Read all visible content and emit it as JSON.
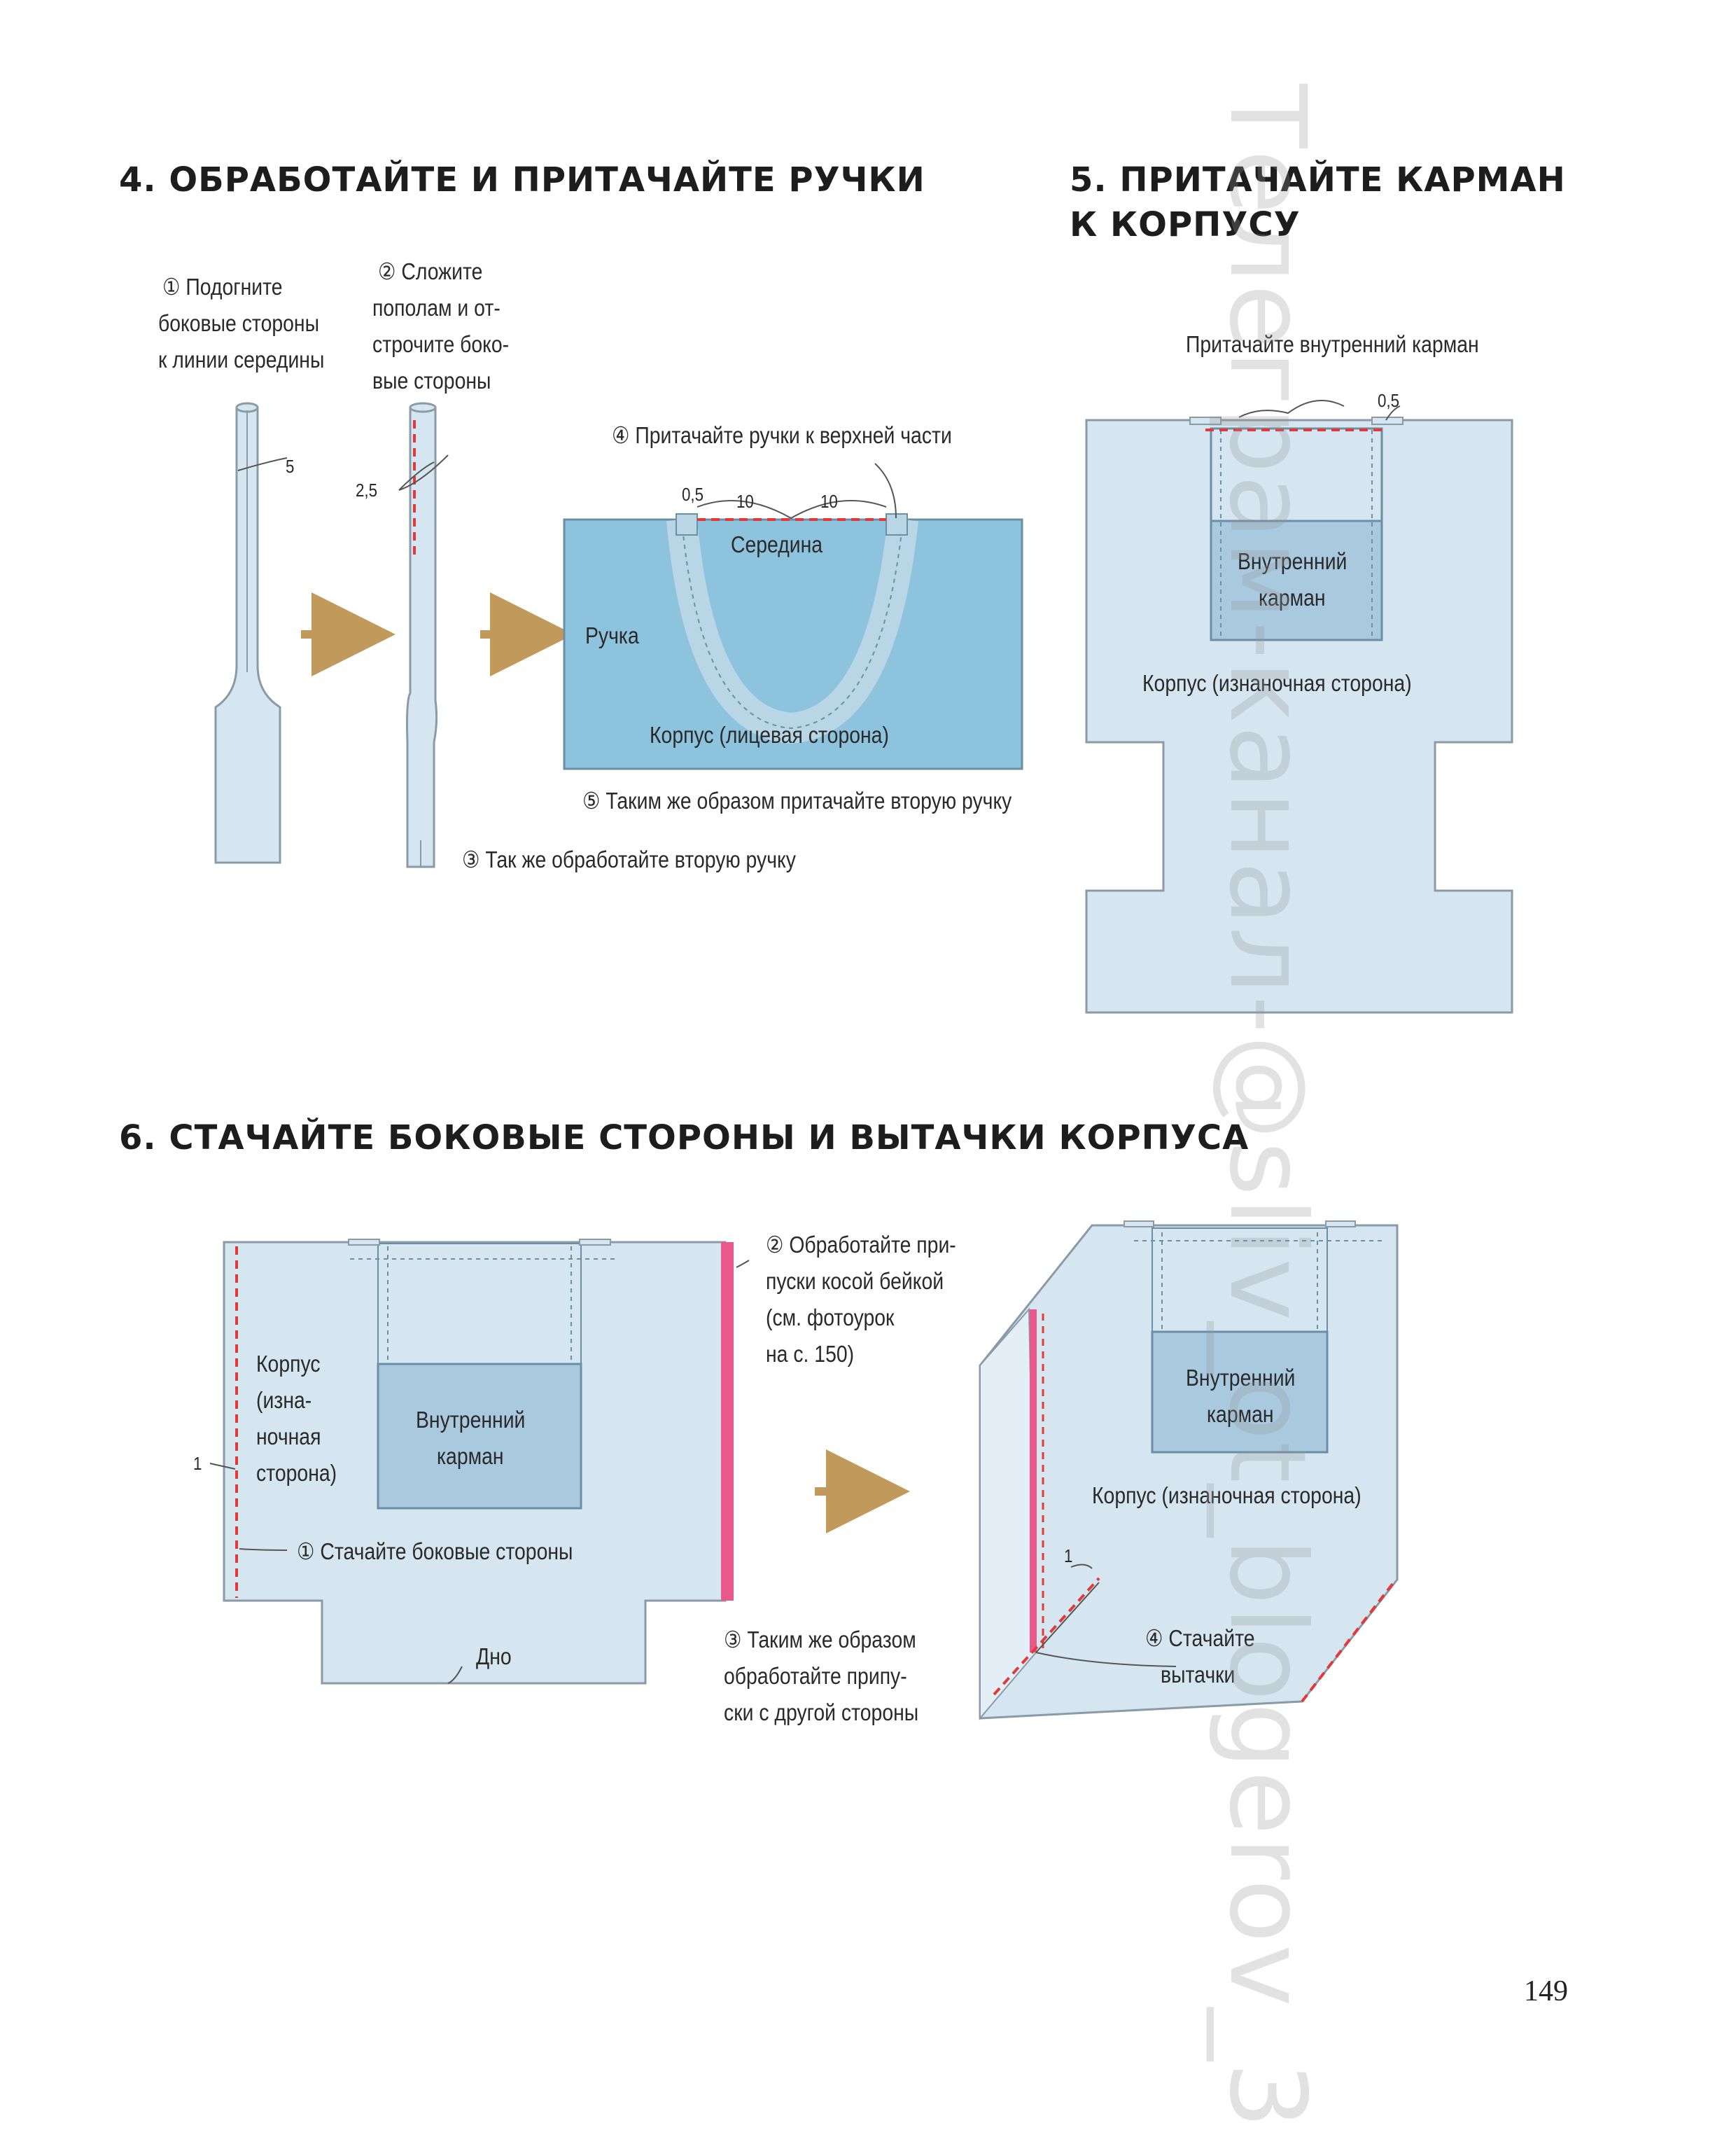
{
  "sections": {
    "s4": {
      "title": "4. ОБРАБОТАЙТЕ И ПРИТАЧАЙТЕ РУЧКИ",
      "step1": [
        "① Подогните",
        "боковые стороны",
        "к линии середины"
      ],
      "step2": [
        "② Сложите",
        "пополам и от-",
        "строчите боко-",
        "вые стороны"
      ],
      "step3": "③ Так же обработайте вторую ручку",
      "step4": "④ Притачайте ручки к верхней части",
      "step5": "⑤ Таким же образом притачайте вторую ручку",
      "dim_5": "5",
      "dim_2_5": "2,5",
      "dim_0_5": "0,5",
      "dim_10a": "10",
      "dim_10b": "10",
      "middle": "Середина",
      "handle": "Ручка",
      "body_face": "Корпус (лицевая сторона)"
    },
    "s5": {
      "title_line1": "5. ПРИТАЧАЙТЕ КАРМАН",
      "title_line2": "К КОРПУСУ",
      "attach_pocket": "Притачайте внутренний карман",
      "dim_0_5": "0,5",
      "pocket": [
        "Внутренний",
        "карман"
      ],
      "body_wrong": "Корпус (изнаночная сторона)"
    },
    "s6": {
      "title": "6. СТАЧАЙТЕ БОКОВЫЕ СТОРОНЫ И ВЫТАЧКИ КОРПУСА",
      "body_label": [
        "Корпус",
        "(изна-",
        "ночная",
        "сторона)"
      ],
      "dim_1": "1",
      "pocket_left": [
        "Внутренний",
        "карман"
      ],
      "step1": "① Стачайте боковые стороны",
      "bottom": "Дно",
      "step2": [
        "② Обработайте при-",
        "пуски косой бейкой",
        "(см. фотоурок",
        "на с. 150)"
      ],
      "step3": [
        "③ Таким же образом",
        "обработайте припу-",
        "ски с другой стороны"
      ],
      "pocket_right": [
        "Внутренний",
        "карман"
      ],
      "body_wrong": "Корпус (изнаночная сторона)",
      "dim_1_right": "1",
      "step4": [
        "④ Стачайте",
        "вытачки"
      ]
    }
  },
  "watermark": "Телеграм-канал-@sliv_ot_blogerov_3",
  "page_number": "149",
  "colors": {
    "fabric_light": "#d6e6f1",
    "fabric_face": "#8ec3dd",
    "fabric_pocket": "#a9c9df",
    "outline": "#8a9aa6",
    "stitch_red": "#e23a3a",
    "binding_pink": "#e8588a",
    "arrow_gold": "#c19a5b"
  }
}
